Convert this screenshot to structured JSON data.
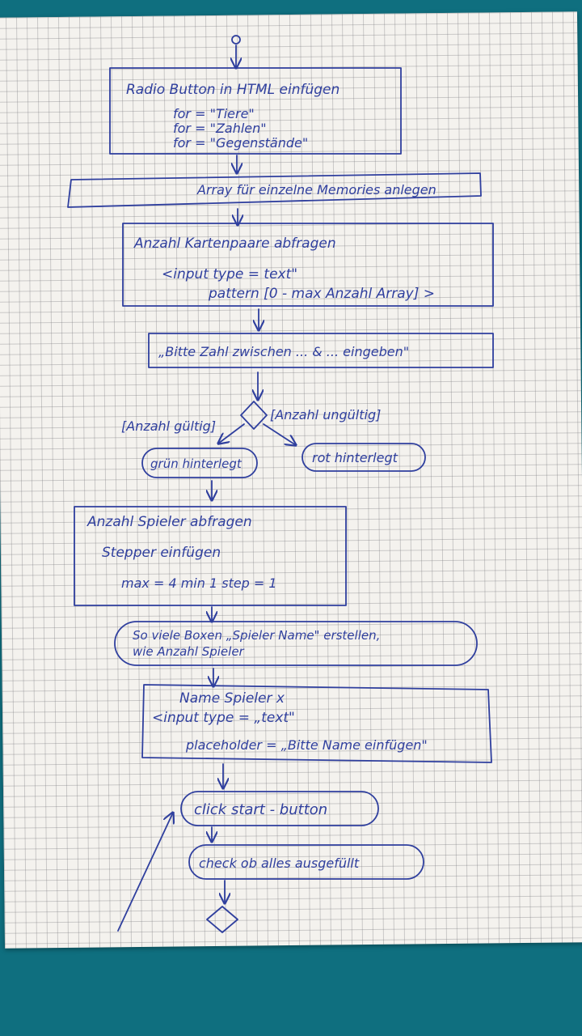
{
  "colors": {
    "ink": "#2f3f9e",
    "paper": "#f4f2ee",
    "background": "#0f6f7f"
  },
  "nodes": {
    "radio": {
      "title": "Radio Button in HTML einfügen",
      "line1": "for = \"Tiere\"",
      "line2": "for = \"Zahlen\"",
      "line3": "for = \"Gegenstände\""
    },
    "array": {
      "text": "Array für einzelne Memories anlegen"
    },
    "kartenpaare": {
      "title": "Anzahl Kartenpaare abfragen",
      "line1": "<input type = text\"",
      "line2": "pattern [0 - max Anzahl Array] >"
    },
    "bitte_zahl": {
      "text": "„Bitte Zahl zwischen ... & ... eingeben\""
    },
    "decision": {
      "left_label": "[Anzahl gültig]",
      "right_label": "[Anzahl ungültig]"
    },
    "gruen": {
      "text": "grün hinterlegt"
    },
    "rot": {
      "text": "rot hinterlegt"
    },
    "spieler": {
      "title": "Anzahl Spieler abfragen",
      "line1": "Stepper einfügen",
      "line2": "max = 4   min 1   step = 1"
    },
    "boxen": {
      "line1": "So viele Boxen „Spieler Name\" erstellen,",
      "line2": "wie Anzahl Spieler"
    },
    "name": {
      "title": "Name Spieler x",
      "line1": "<input type = „text\"",
      "line2": "placeholder = „Bitte Name einfügen\""
    },
    "start": {
      "text": "click start - button"
    },
    "check": {
      "text": "check ob alles ausgefüllt"
    }
  }
}
